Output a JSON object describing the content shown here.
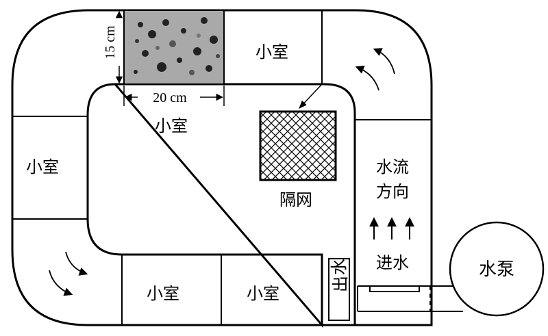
{
  "labels": {
    "room_top": "小室",
    "room_center": "小室",
    "room_left": "小室",
    "room_bottom_left": "小室",
    "room_bottom_right": "小室",
    "net": "隔网",
    "flow_line1": "水流",
    "flow_line2": "方向",
    "inlet": "进水",
    "outlet_char1": "出",
    "outlet_char2": "水",
    "pump": "水泵",
    "dim_width": "20 cm",
    "dim_height": "15 cm"
  },
  "colors": {
    "stroke": "#000000",
    "gravel": "#a9a9a9",
    "background": "#ffffff"
  },
  "icons": {
    "flow_arrows": "curved-arrow-icon",
    "up_arrows": "up-arrow-icon"
  }
}
